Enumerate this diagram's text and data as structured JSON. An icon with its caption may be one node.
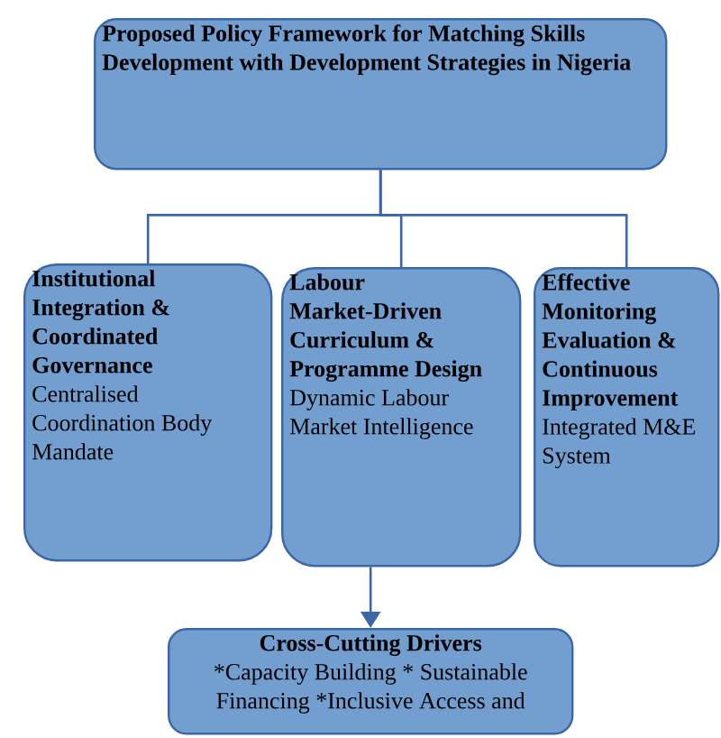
{
  "diagram": {
    "nodes": [
      {
        "text": [
          "Proposed Policy Framework for Matching Skills Development with Development Strategies in Nigeria"
        ]
      },
      {
        "text": [
          "Institutional Integration & Coordinated Governance",
          "Centralised Coordination Body Mandate"
        ]
      },
      {
        "text": [
          "Labour Market-Driven Curriculum & Programme Design",
          "Dynamic Labour Market Intelligence"
        ]
      },
      {
        "text": [
          "Effective Monitoring Evaluation & Continuous Improvement",
          "Integrated M&E System"
        ]
      },
      {
        "text": [
          "Cross-Cutting Drivers",
          "*Capacity Building * Sustainable Financing *Inclusive Access and"
        ]
      }
    ],
    "edges": [
      {
        "from": 0,
        "to": 1,
        "arrow": "none"
      },
      {
        "from": 0,
        "to": 2,
        "arrow": "none"
      },
      {
        "from": 0,
        "to": 3,
        "arrow": "none"
      },
      {
        "from": 2,
        "to": 4,
        "arrow": "to"
      }
    ]
  }
}
